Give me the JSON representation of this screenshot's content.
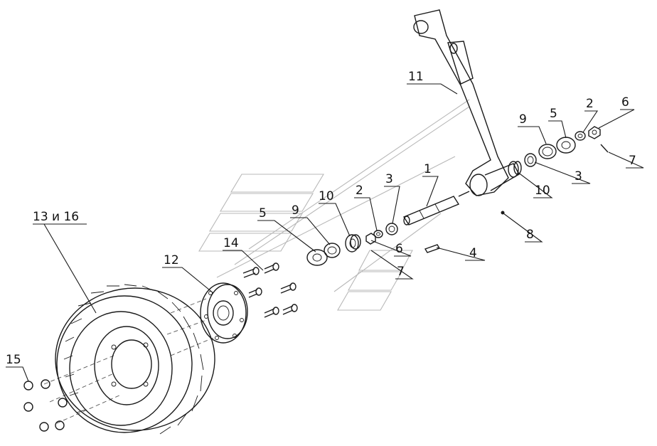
{
  "callouts": [
    {
      "id": "c11",
      "text": "11"
    },
    {
      "id": "c9r",
      "text": "9"
    },
    {
      "id": "c5r",
      "text": "5"
    },
    {
      "id": "c2r",
      "text": "2"
    },
    {
      "id": "c6r",
      "text": "6"
    },
    {
      "id": "c7r",
      "text": "7"
    },
    {
      "id": "c3r",
      "text": "3"
    },
    {
      "id": "c10r",
      "text": "10"
    },
    {
      "id": "c1",
      "text": "1"
    },
    {
      "id": "c3l",
      "text": "3"
    },
    {
      "id": "c2l",
      "text": "2"
    },
    {
      "id": "c10l",
      "text": "10"
    },
    {
      "id": "c9l",
      "text": "9"
    },
    {
      "id": "c5l",
      "text": "5"
    },
    {
      "id": "c6l",
      "text": "6"
    },
    {
      "id": "c7l",
      "text": "7"
    },
    {
      "id": "c4",
      "text": "4"
    },
    {
      "id": "c8",
      "text": "8"
    },
    {
      "id": "c14",
      "text": "14"
    },
    {
      "id": "c12",
      "text": "12"
    },
    {
      "id": "c13",
      "text": "13 и 16"
    },
    {
      "id": "c15",
      "text": "15"
    }
  ]
}
